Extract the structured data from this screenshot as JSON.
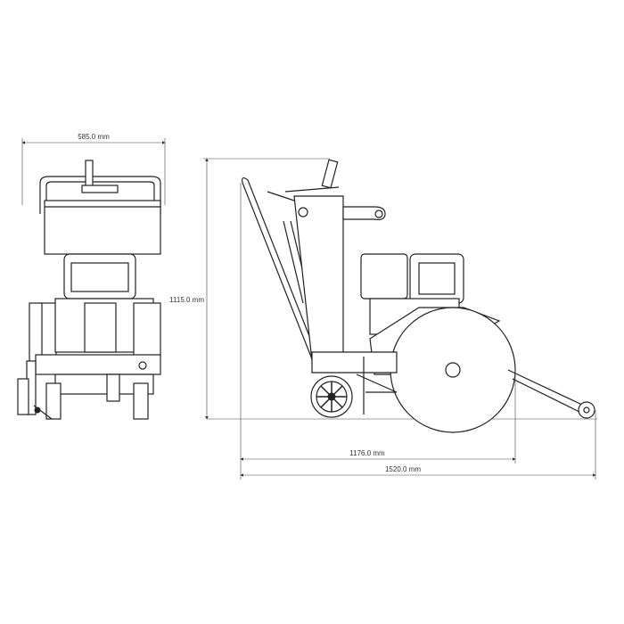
{
  "dimensions": {
    "front_width": "585.0 mm",
    "height": "1115.0 mm",
    "wheelbase_length": "1176.0 mm",
    "overall_length": "1520.0 mm"
  }
}
